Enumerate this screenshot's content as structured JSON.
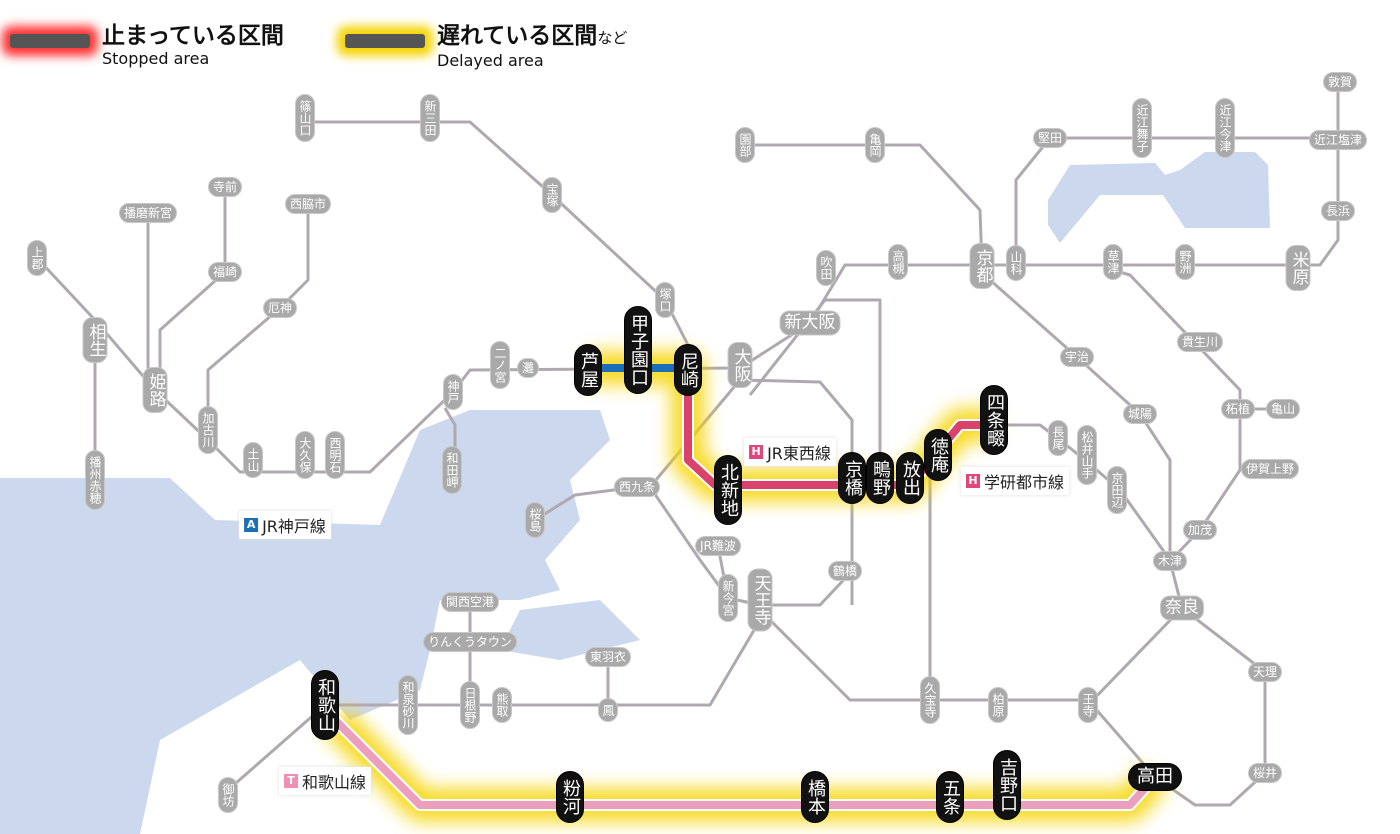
{
  "legend": {
    "stopped": {
      "ja": "止まっている区間",
      "en": "Stopped area",
      "color": "#e8374a"
    },
    "delayed": {
      "ja": "遅れている区間",
      "suffix": "など",
      "en": "Delayed area",
      "color": "#f5d400"
    }
  },
  "colors": {
    "line": "#b0a8b0",
    "stopped": "#d9436b",
    "kobe_blue": "#1a6fb8",
    "wakayama_pink": "#eb9fbd",
    "water": "#ccd8ee"
  },
  "line_labels": [
    {
      "badge": "A",
      "name": "JR神戸線",
      "badge_color": "#1a6fb8"
    },
    {
      "badge": "H",
      "name": "JR東西線",
      "badge_color": "#e0457b"
    },
    {
      "badge": "H",
      "name": "学研都市線",
      "badge_color": "#e0457b"
    },
    {
      "badge": "T",
      "name": "和歌山線",
      "badge_color": "#ef8fb4"
    }
  ],
  "stations": {
    "normal": [
      "篠山口",
      "新三田",
      "宝塚",
      "塚口",
      "上郡",
      "相生",
      "姫路",
      "加古川",
      "土山",
      "大久保",
      "西明石",
      "神戸",
      "和田岬",
      "播州赤穂",
      "二ノ宮",
      "灘",
      "播磨新宮",
      "寺前",
      "福崎",
      "西脇市",
      "厄神",
      "園部",
      "亀岡",
      "堅田",
      "近江舞子",
      "近江今津",
      "敦賀",
      "近江塩津",
      "長浜",
      "吹田",
      "高槻",
      "京都",
      "山科",
      "草津",
      "野洲",
      "米原",
      "新大阪",
      "大阪",
      "宇治",
      "貴生川",
      "城陽",
      "柘植",
      "亀山",
      "長尾",
      "松井山手",
      "京田辺",
      "伊賀上野",
      "西九条",
      "桜島",
      "JR難波",
      "新今宮",
      "天王寺",
      "鶴橋",
      "加茂",
      "木津",
      "奈良",
      "天理",
      "関西空港",
      "りんくうタウン",
      "日根野",
      "熊取",
      "和泉砂川",
      "東羽衣",
      "鳳",
      "久宝寺",
      "柏原",
      "王寺",
      "御坊",
      "桜井"
    ],
    "affected": [
      "芦屋",
      "甲子園口",
      "尼崎",
      "北新地",
      "京橋",
      "鴫野",
      "放出",
      "徳庵",
      "四条畷",
      "和歌山",
      "粉河",
      "橋本",
      "五条",
      "吉野口",
      "高田"
    ]
  }
}
